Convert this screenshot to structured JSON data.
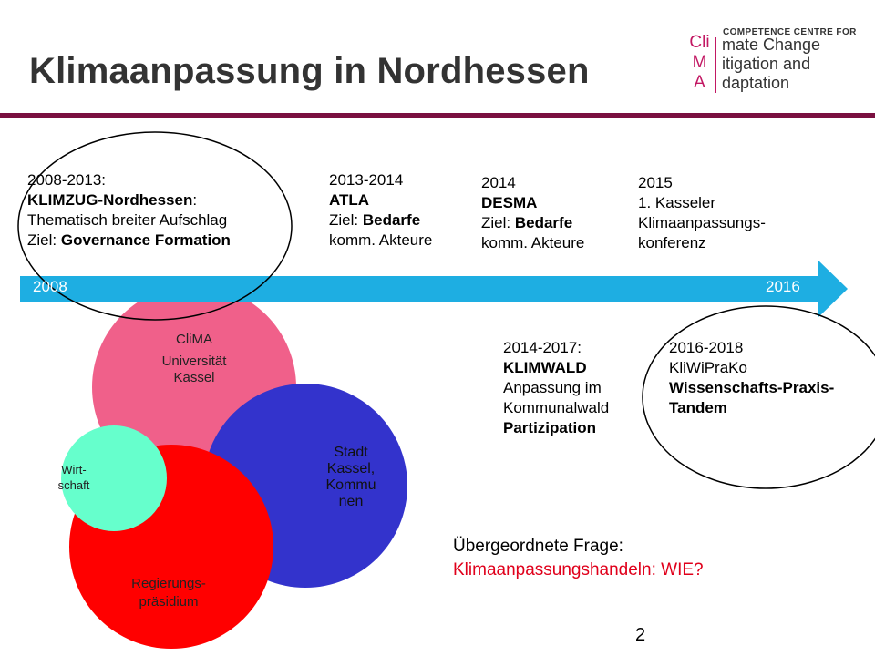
{
  "title": "Klimaanpassung in Nordhessen",
  "logo": {
    "header": "COMPETENCE CENTRE FOR",
    "letters": [
      "Cli",
      "M",
      "A"
    ],
    "lines": [
      "mate Change",
      "itigation and",
      "daptation"
    ]
  },
  "timeline": {
    "start_label": "2008",
    "end_label": "2016",
    "items_top": [
      {
        "line1": "2008-2013:",
        "line2": "KLIMZUG-Nordhessen",
        "line2_suffix": ":",
        "line3": "Thematisch breiter Aufschlag",
        "line4_prefix": "Ziel: ",
        "line4_bold": "Governance Formation"
      },
      {
        "line1": "2013-2014",
        "line2": "ATLA",
        "line3_prefix": "Ziel: ",
        "line3_bold": "Bedarfe",
        "line4": "komm. Akteure"
      },
      {
        "line1": "2014",
        "line2": "DESMA",
        "line3_prefix": "Ziel: ",
        "line3_bold": "Bedarfe",
        "line4": "komm. Akteure"
      },
      {
        "line1": "2015",
        "line2": "1. Kasseler",
        "line3": "Klimaanpassungs-",
        "line4": "konferenz"
      }
    ],
    "items_bottom": [
      {
        "line1": "2014-2017:",
        "line2": "KLIMWALD",
        "line3": "Anpassung im",
        "line4": "Kommunalwald",
        "line5": "Partizipation"
      },
      {
        "line1": "2016-2018",
        "line2": "KliWiPraKo",
        "line3": "Wissenschafts-Praxis-",
        "line4": "Tandem"
      }
    ]
  },
  "venn": {
    "clima_line1": "CliMA",
    "clima_line2": "Universität",
    "clima_line3": "Kassel",
    "stadt": [
      "Stadt",
      "Kassel,",
      "Kommu",
      "nen"
    ],
    "wirt": [
      "Wirt-",
      "schaft"
    ],
    "rp": [
      "Regierungs-",
      "präsidium"
    ],
    "colors": {
      "clima": "#f0608a",
      "stadt": "#3333cc",
      "rp": "#ff0000",
      "wirt": "#66ffcc"
    }
  },
  "question": {
    "label": "Übergeordnete Frage:",
    "text": "Klimaanpassungshandeln:  WIE?"
  },
  "page_number": "2",
  "colors": {
    "arrow": "#1eaee2",
    "rule": "#7a1040",
    "logo": "#c21863",
    "title": "#333333"
  }
}
